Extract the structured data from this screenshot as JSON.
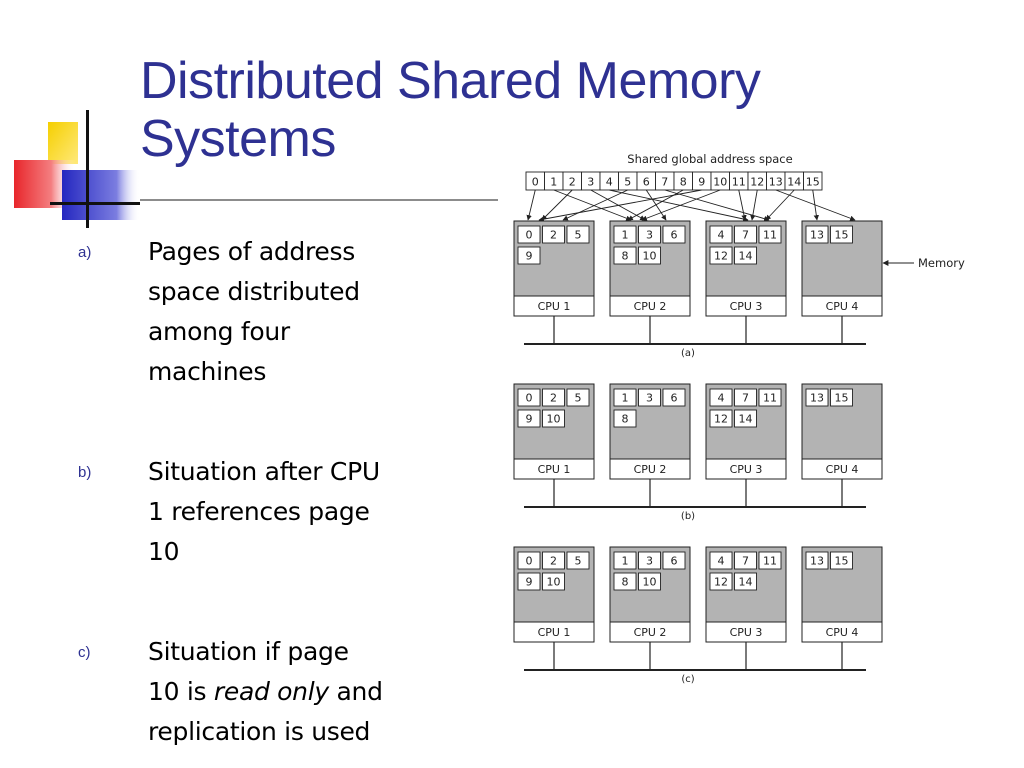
{
  "slide": {
    "title_line1": "Distributed Shared Memory",
    "title_line2": "Systems"
  },
  "bullets": [
    {
      "marker": "a)",
      "lines": [
        "Pages of address",
        "space distributed",
        "among four",
        "machines"
      ]
    },
    {
      "marker": "b)",
      "lines": [
        "Situation after CPU",
        "1 references page",
        "10"
      ]
    },
    {
      "marker": "c)",
      "line1": "Situation if page",
      "line2_before": "10 is ",
      "line2_italic": "read only",
      "line2_after": " and",
      "line3": "replication is used"
    }
  ],
  "figure": {
    "address_space_label": "Shared global address space",
    "pages": [
      "0",
      "1",
      "2",
      "3",
      "4",
      "5",
      "6",
      "7",
      "8",
      "9",
      "10",
      "11",
      "12",
      "13",
      "14",
      "15"
    ],
    "memory_label": "Memory",
    "cpu_labels": [
      "CPU 1",
      "CPU 2",
      "CPU 3",
      "CPU 4"
    ],
    "panels": [
      {
        "caption": "(a)",
        "cpus": [
          [
            [
              "0",
              "2",
              "5"
            ],
            [
              "9"
            ]
          ],
          [
            [
              "1",
              "3",
              "6"
            ],
            [
              "8",
              "10"
            ]
          ],
          [
            [
              "4",
              "7",
              "11"
            ],
            [
              "12",
              "14"
            ]
          ],
          [
            [
              "13",
              "15"
            ]
          ]
        ]
      },
      {
        "caption": "(b)",
        "cpus": [
          [
            [
              "0",
              "2",
              "5"
            ],
            [
              "9",
              "10"
            ]
          ],
          [
            [
              "1",
              "3",
              "6"
            ],
            [
              "8"
            ]
          ],
          [
            [
              "4",
              "7",
              "11"
            ],
            [
              "12",
              "14"
            ]
          ],
          [
            [
              "13",
              "15"
            ]
          ]
        ]
      },
      {
        "caption": "(c)",
        "cpus": [
          [
            [
              "0",
              "2",
              "5"
            ],
            [
              "9",
              "10"
            ]
          ],
          [
            [
              "1",
              "3",
              "6"
            ],
            [
              "8",
              "10"
            ]
          ],
          [
            [
              "4",
              "7",
              "11"
            ],
            [
              "12",
              "14"
            ]
          ],
          [
            [
              "13",
              "15"
            ]
          ]
        ]
      }
    ],
    "page_owner_cpu": [
      1,
      2,
      1,
      2,
      3,
      1,
      2,
      3,
      2,
      1,
      2,
      3,
      3,
      4,
      3,
      4
    ]
  },
  "colors": {
    "title": "#2e3192",
    "cpu_fill": "#b3b3b3",
    "deco_yellow": "#f7d51d",
    "deco_blue": "#3033c8",
    "deco_red": "#e8262b"
  }
}
